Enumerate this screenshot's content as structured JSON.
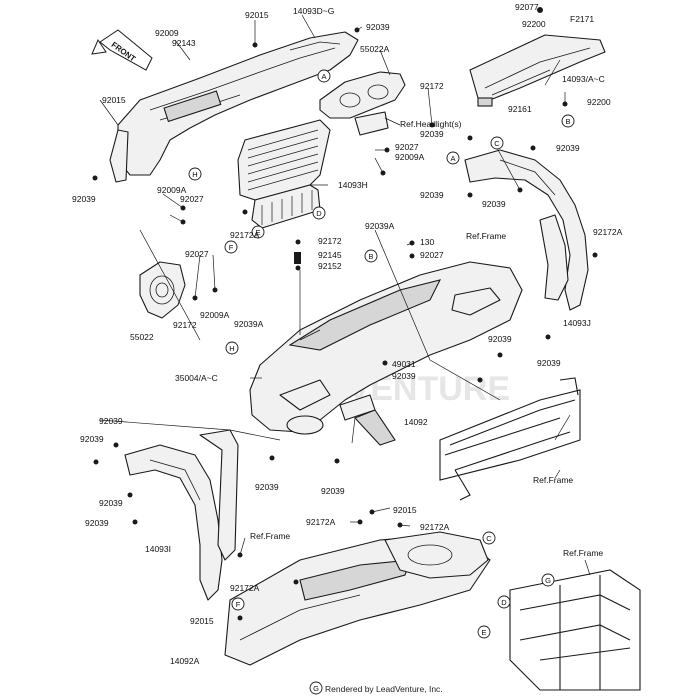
{
  "watermark": "LEADVENTURE",
  "footer_text": "Rendered by LeadVenture, Inc.",
  "direction_label": "FRONT",
  "diagram_code": "F2171",
  "labels": {
    "l_14093dg": "14093D~G",
    "l_92015_top": "92015",
    "l_92039_top": "92039",
    "l_92009": "92009",
    "l_92143": "92143",
    "l_55022a": "55022A",
    "l_92015_left": "92015",
    "l_92172_a": "92172",
    "l_refheadlight": "Ref.Headlight(s)",
    "l_92039_c": "92039",
    "l_92027_mid": "92027",
    "l_92009a_mid": "92009A",
    "l_92039_left": "92039",
    "l_92009a_left": "92009A",
    "l_92027_left": "92027",
    "l_14093h": "14093H",
    "l_92172a_left": "92172A",
    "l_92172_mid": "92172",
    "l_92145": "92145",
    "l_92152": "92152",
    "l_92039a_top": "92039A",
    "l_92027_left2": "92027",
    "l_92009a_left2": "92009A",
    "l_92172_left2": "92172",
    "l_55022": "55022",
    "l_92039a_mid": "92039A",
    "l_130": "130",
    "l_92027_r": "92027",
    "l_49031": "49031",
    "l_92039_center": "92039",
    "l_35004": "35004/A~C",
    "l_92039_r1": "92039",
    "l_92039_r2": "92039",
    "l_14092": "14092",
    "l_92077": "92077",
    "l_92200_top": "92200",
    "l_14093ac": "14093/A~C",
    "l_92161": "92161",
    "l_92200_bot": "92200",
    "l_92039_rf1": "92039",
    "l_92039_rf2": "92039",
    "l_92039_rf3": "92039",
    "l_refframe_r": "Ref.Frame",
    "l_92172a_r": "92172A",
    "l_14093j": "14093J",
    "l_refframe_r2": "Ref.Frame",
    "l_92039_lf1": "92039",
    "l_92039_lf2": "92039",
    "l_92039_lf3": "92039",
    "l_92039_lf4": "92039",
    "l_92039_lm": "92039",
    "l_92039_lm2": "92039",
    "l_refframe_l": "Ref.Frame",
    "l_14093i": "14093I",
    "l_92172a_lb": "92172A",
    "l_92015_lb": "92015",
    "l_92172a_fl": "92172A",
    "l_92015_fl": "92015",
    "l_92172a_fl2": "92172A",
    "l_14092a": "14092A",
    "l_refframe_br": "Ref.Frame"
  },
  "callouts": {
    "c_a1": "A",
    "c_a2": "A",
    "c_b1": "B",
    "c_b2": "B",
    "c_c1": "C",
    "c_c2": "C",
    "c_d1": "D",
    "c_d2": "D",
    "c_e1": "E",
    "c_e2": "E",
    "c_f1": "F",
    "c_f2": "F",
    "c_g1": "G",
    "c_g2": "G",
    "c_h1": "H",
    "c_h2": "H"
  }
}
